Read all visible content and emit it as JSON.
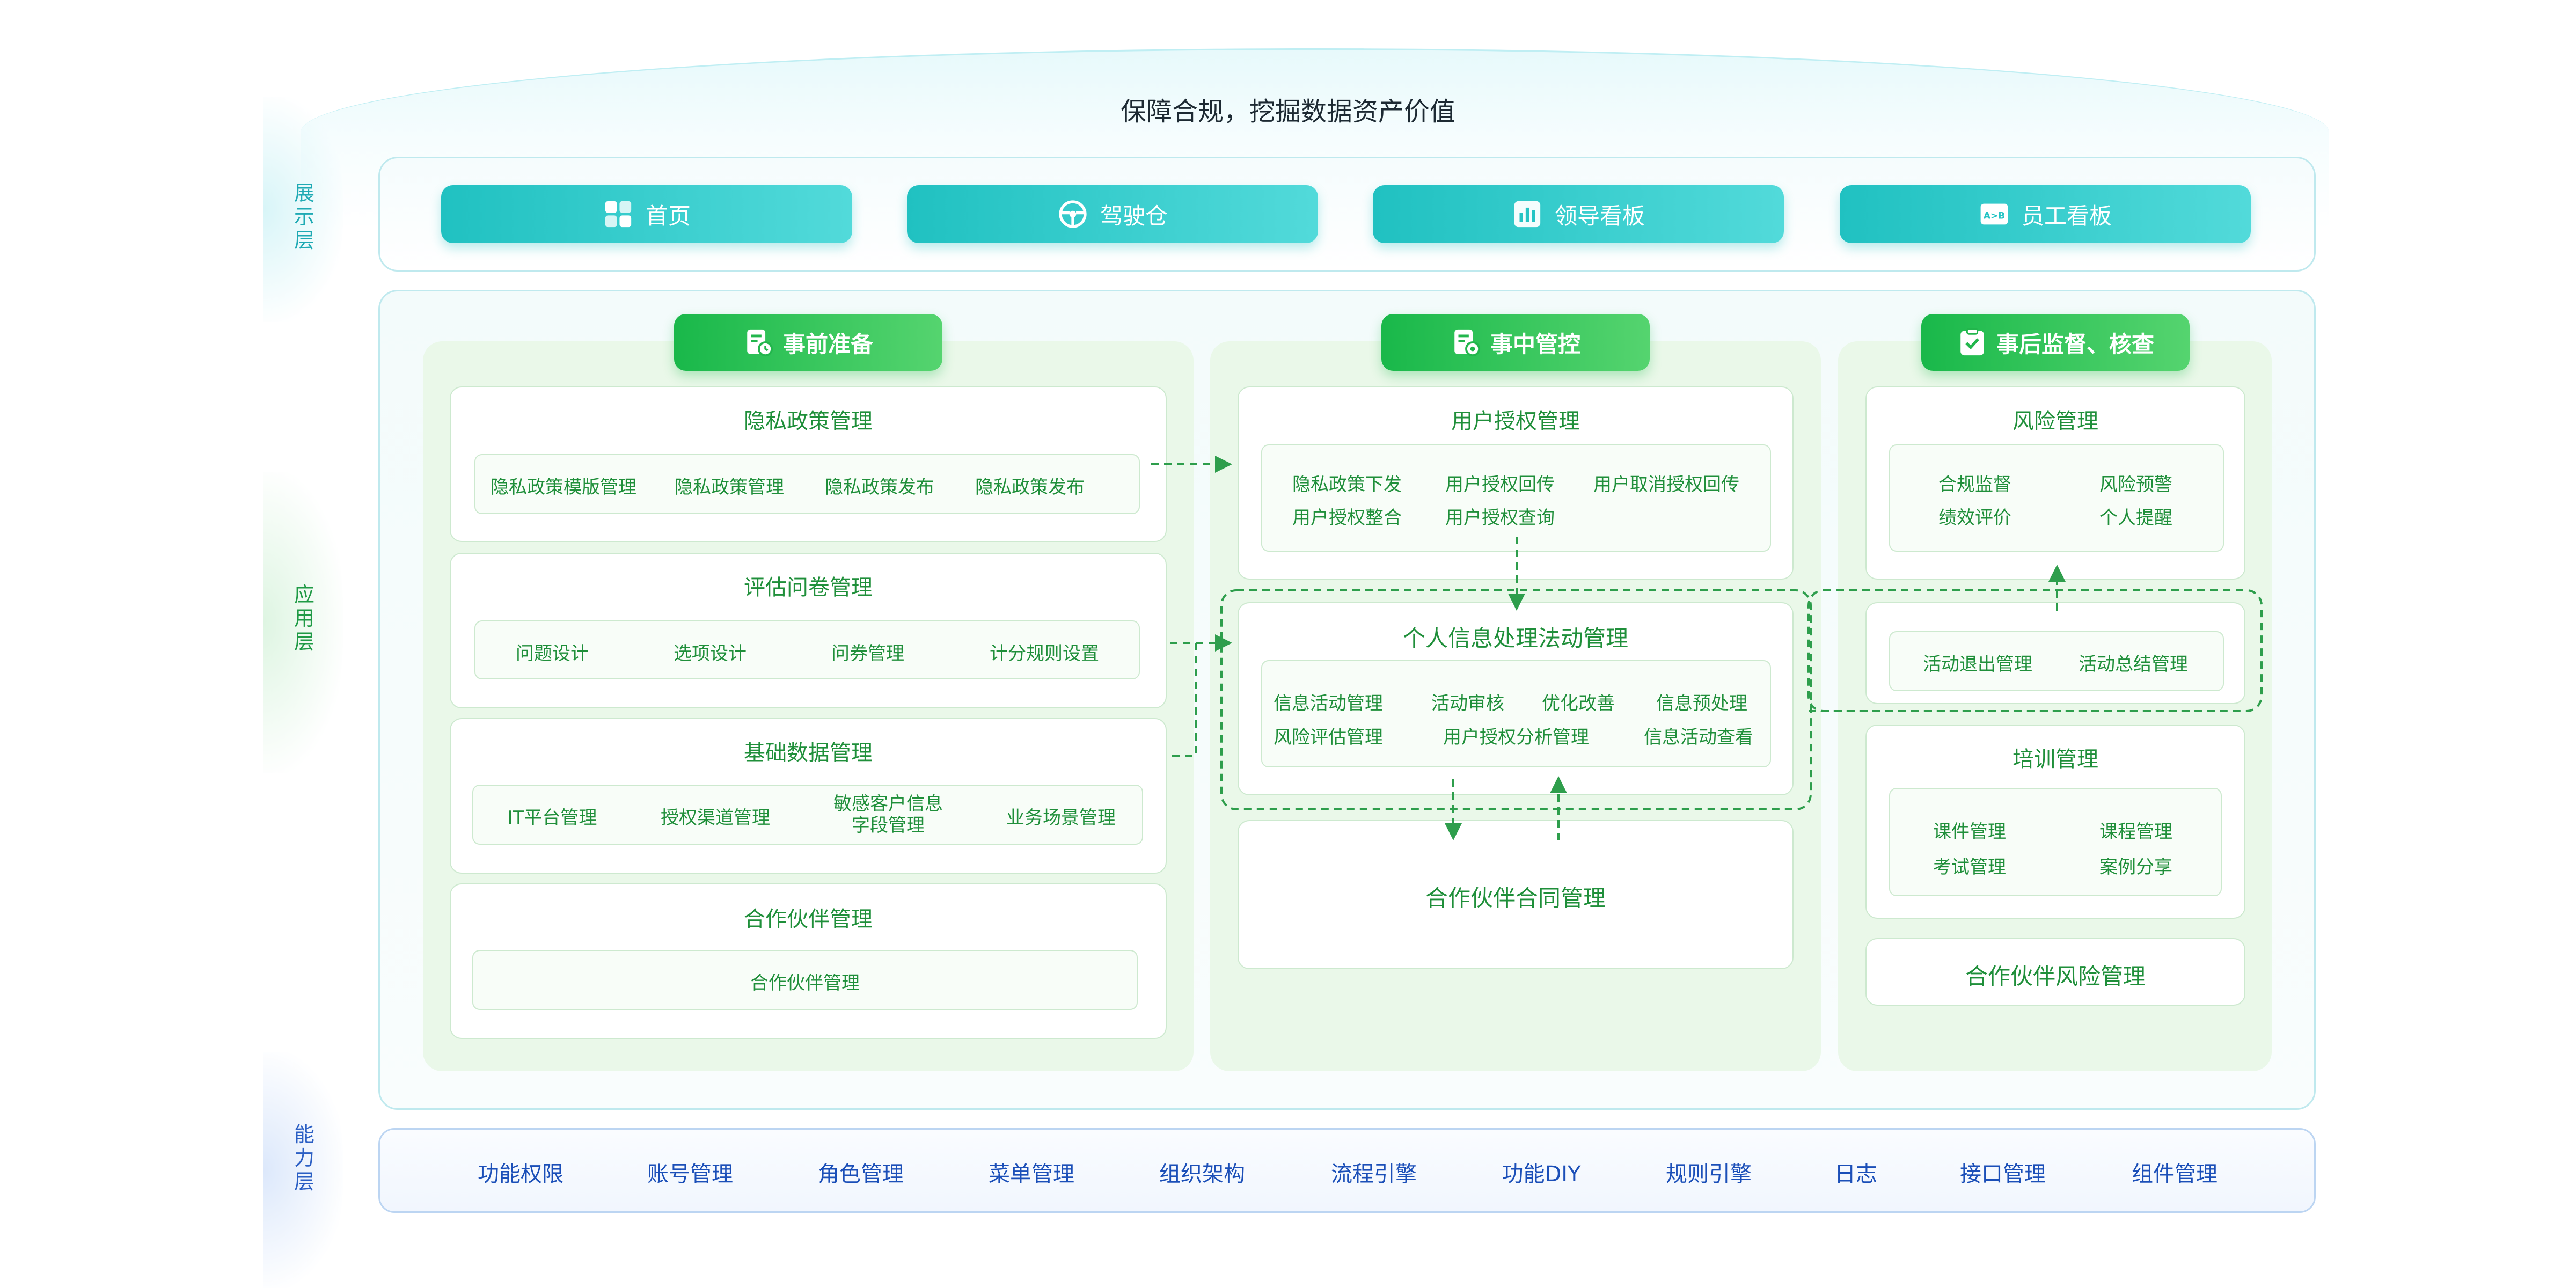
{
  "headline": "保障合规，挖掘数据资产价值",
  "layers": {
    "display": "展示层",
    "application": "应用层",
    "capability": "能力层"
  },
  "display_buttons": [
    {
      "label": "首页",
      "icon": "grid-icon"
    },
    {
      "label": "驾驶仓",
      "icon": "steering-wheel-icon"
    },
    {
      "label": "领导看板",
      "icon": "bar-chart-icon"
    },
    {
      "label": "员工看板",
      "icon": "ab-board-icon"
    }
  ],
  "columns": {
    "before": {
      "title": "事前准备",
      "cards": [
        {
          "title": "隐私政策管理",
          "items": [
            "隐私政策模版管理",
            "隐私政策管理",
            "隐私政策发布",
            "隐私政策发布"
          ]
        },
        {
          "title": "评估问卷管理",
          "items": [
            "问题设计",
            "选项设计",
            "问券管理",
            "计分规则设置"
          ]
        },
        {
          "title": "基础数据管理",
          "items": [
            "IT平台管理",
            "授权渠道管理",
            "敏感客户信息字段管理",
            "业务场景管理"
          ]
        },
        {
          "title": "合作伙伴管理",
          "items": [
            "合作伙伴管理"
          ]
        }
      ]
    },
    "during": {
      "title": "事中管控",
      "cards": [
        {
          "title": "用户授权管理",
          "items": [
            "隐私政策下发",
            "用户授权回传",
            "用户取消授权回传",
            "用户授权整合",
            "用户授权查询"
          ]
        },
        {
          "title": "个人信息处理法动管理",
          "items": [
            "信息活动管理",
            "活动审核",
            "优化改善",
            "信息预处理",
            "风险评估管理",
            "用户授权分析管理",
            "信息活动查看"
          ]
        },
        {
          "title": "合作伙伴合同管理",
          "items": []
        }
      ]
    },
    "after": {
      "title": "事后监督、核查",
      "cards": [
        {
          "title": "风险管理",
          "items": [
            "合规监督",
            "风险预警",
            "绩效评价",
            "个人提醒"
          ]
        },
        {
          "title": "",
          "items": [
            "活动退出管理",
            "活动总结管理"
          ]
        },
        {
          "title": "培训管理",
          "items": [
            "课件管理",
            "课程管理",
            "考试管理",
            "案例分享"
          ]
        },
        {
          "title": "合作伙伴风险管理",
          "items": []
        }
      ]
    }
  },
  "capabilities": [
    "功能权限",
    "账号管理",
    "角色管理",
    "菜单管理",
    "组织架构",
    "流程引擎",
    "功能DIY",
    "规则引擎",
    "日志",
    "接口管理",
    "组件管理"
  ],
  "colors": {
    "teal": "#20c1c1",
    "green": "#1fa848",
    "green_text": "#1f8f3a",
    "blue_text": "#1b4fb8",
    "dash_line": "#2e9e4c"
  }
}
